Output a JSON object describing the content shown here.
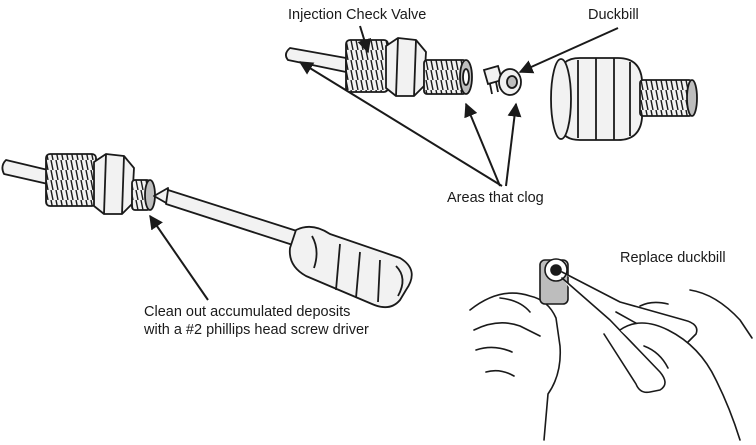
{
  "labels": {
    "injection_check_valve": "Injection Check Valve",
    "duckbill": "Duckbill",
    "areas_that_clog": "Areas that clog",
    "clean_out_line1": "Clean out accumulated deposits",
    "clean_out_line2": "with a #2 phillips head screw driver",
    "replace_duckbill": "Replace duckbill"
  },
  "colors": {
    "ink": "#1a1a1a",
    "fill_light": "#f2f2f2",
    "fill_dark": "#bdbdbd",
    "background": "#ffffff"
  }
}
